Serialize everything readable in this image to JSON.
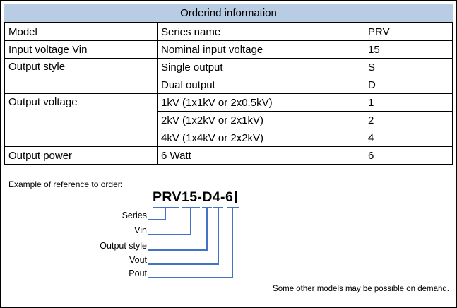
{
  "table": {
    "title": "Orderind information",
    "title_bg": "#b8cce4",
    "rows": [
      {
        "col1": "Model",
        "col2": "Series name",
        "col3": "PRV"
      },
      {
        "col1": "Input voltage Vin",
        "col2": "Nominal input voltage",
        "col3": "15"
      },
      {
        "col1": "Output style",
        "col2": "Single output",
        "col3": "S"
      },
      {
        "col2": "Dual output",
        "col3": "D"
      },
      {
        "col1": "Output voltage",
        "col2": "1kV (1x1kV or 2x0.5kV)",
        "col3": "1"
      },
      {
        "col2": "2kV (1x2kV or 2x1kV)",
        "col3": "2"
      },
      {
        "col2": "4kV (1x4kV or 2x2kV)",
        "col3": "4"
      },
      {
        "col1": "Output power",
        "col2": "6 Watt",
        "col3": "6"
      }
    ]
  },
  "example": {
    "caption": "Example of reference to order:",
    "model_code": "PRV15-D4-6",
    "line_color": "#4472c4",
    "labels": {
      "series": "Series",
      "vin": "Vin",
      "output_style": "Output style",
      "vout": "Vout",
      "pout": "Pout"
    },
    "note": "Some other models may be possible on demand."
  }
}
